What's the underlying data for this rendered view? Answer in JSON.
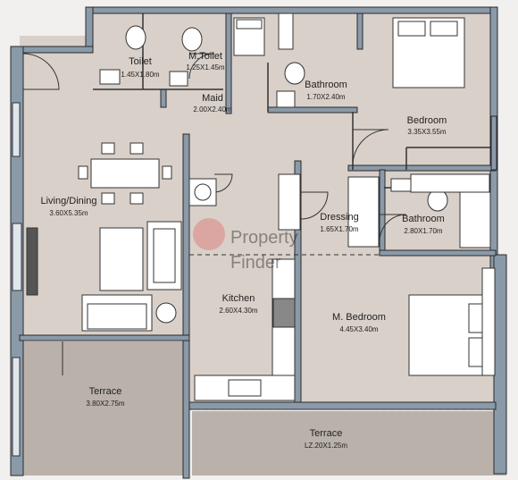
{
  "rooms": {
    "toilet": {
      "name": "Toilet",
      "dims": "1.45X1.80m"
    },
    "m_toilet": {
      "name": "M.Toilet",
      "dims": "1.25X1.45m"
    },
    "maid": {
      "name": "Maid",
      "dims": "2.00X2.40m"
    },
    "bathroom_top": {
      "name": "Bathroom",
      "dims": "1.70X2.40m"
    },
    "bedroom": {
      "name": "Bedroom",
      "dims": "3.35X3.55m"
    },
    "living_dining": {
      "name": "Living/Dining",
      "dims": "3.60X5.35m"
    },
    "dressing": {
      "name": "Dressing",
      "dims": "1.65X1.70m"
    },
    "bathroom_right": {
      "name": "Bathroom",
      "dims": "2.80X1.70m"
    },
    "kitchen": {
      "name": "Kitchen",
      "dims": "2.60X4.30m"
    },
    "m_bedroom": {
      "name": "M. Bedroom",
      "dims": "4.45X3.40m"
    },
    "terrace_left": {
      "name": "Terrace",
      "dims": "3.80X2.75m"
    },
    "terrace_bottom": {
      "name": "Terrace",
      "dims": "LZ.20X1.25m"
    }
  },
  "watermark": {
    "line1": "Property",
    "line2": "Finder"
  },
  "colors": {
    "wall": "#8a9aa9",
    "floor": "#d9d0c9",
    "terrace": "#b9b1aa",
    "watermark": "#e05a5a"
  }
}
